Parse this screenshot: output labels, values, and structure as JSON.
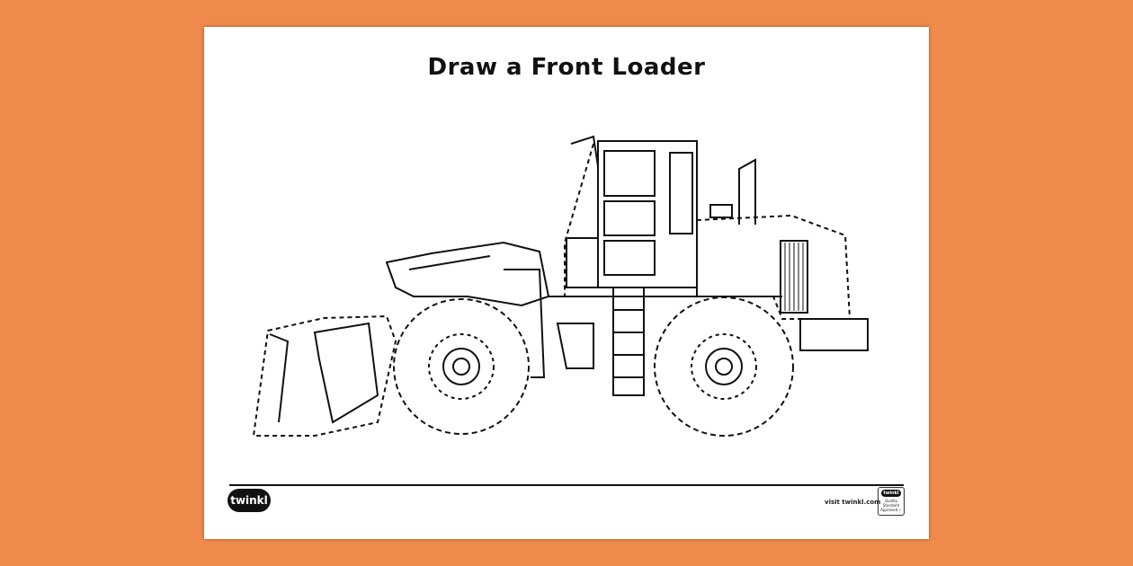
{
  "worksheet": {
    "title": "Draw a Front Loader",
    "footer": {
      "brand_logo": "twinkl",
      "visit_text": "visit twinkl.com",
      "badge_text": "twinkl Quality Standard Approved"
    }
  },
  "colors": {
    "background": "#ef8a4c",
    "sheet": "#ffffff",
    "ink": "#111111"
  }
}
